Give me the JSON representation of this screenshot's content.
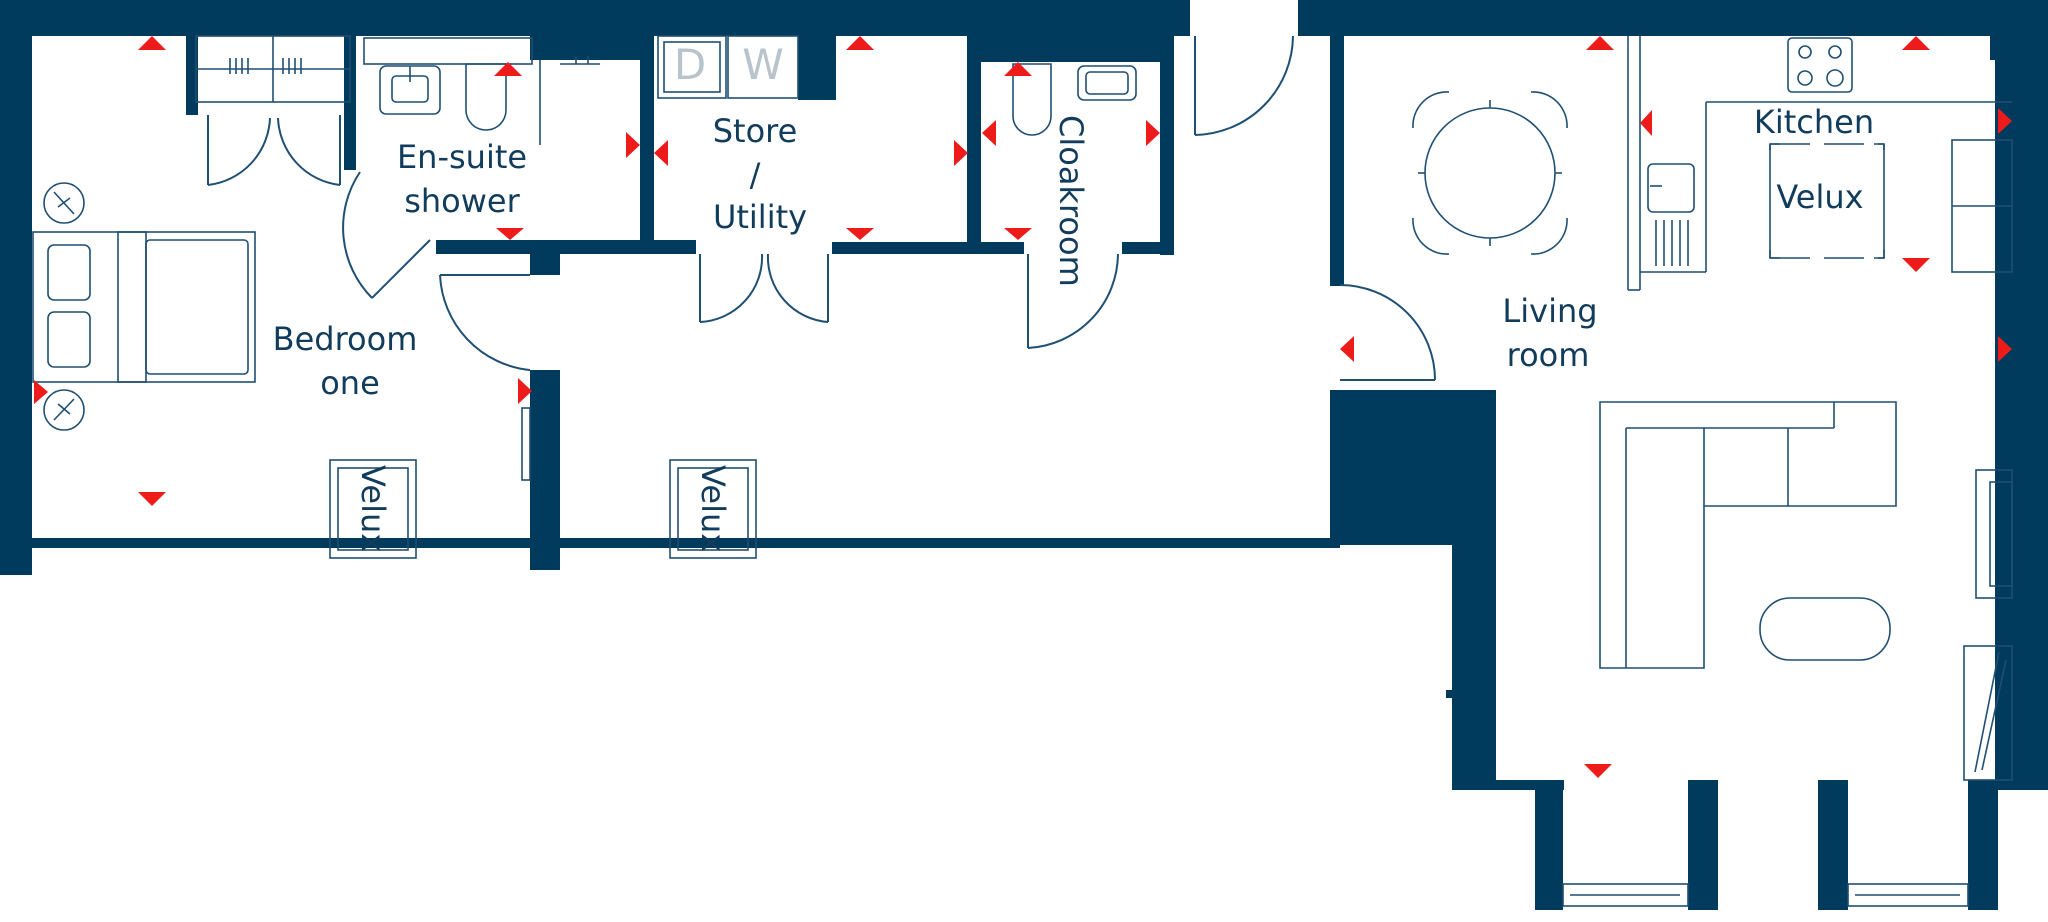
{
  "floorplan": {
    "rooms": {
      "bedroom": [
        "Bedroom",
        "one"
      ],
      "ensuite": [
        "En-suite",
        "shower"
      ],
      "store": [
        "Store",
        "/",
        "Utility"
      ],
      "cloakroom": "Cloakroom",
      "kitchen": "Kitchen",
      "living": [
        "Living",
        "room"
      ]
    },
    "velux_label": "Velux",
    "appliances": {
      "dishwasher": "D",
      "washer": "W"
    },
    "colors": {
      "wall": "#003a5c",
      "line": "#1f4f73",
      "marker": "#ee1b1b",
      "text": "#123c5c"
    }
  }
}
